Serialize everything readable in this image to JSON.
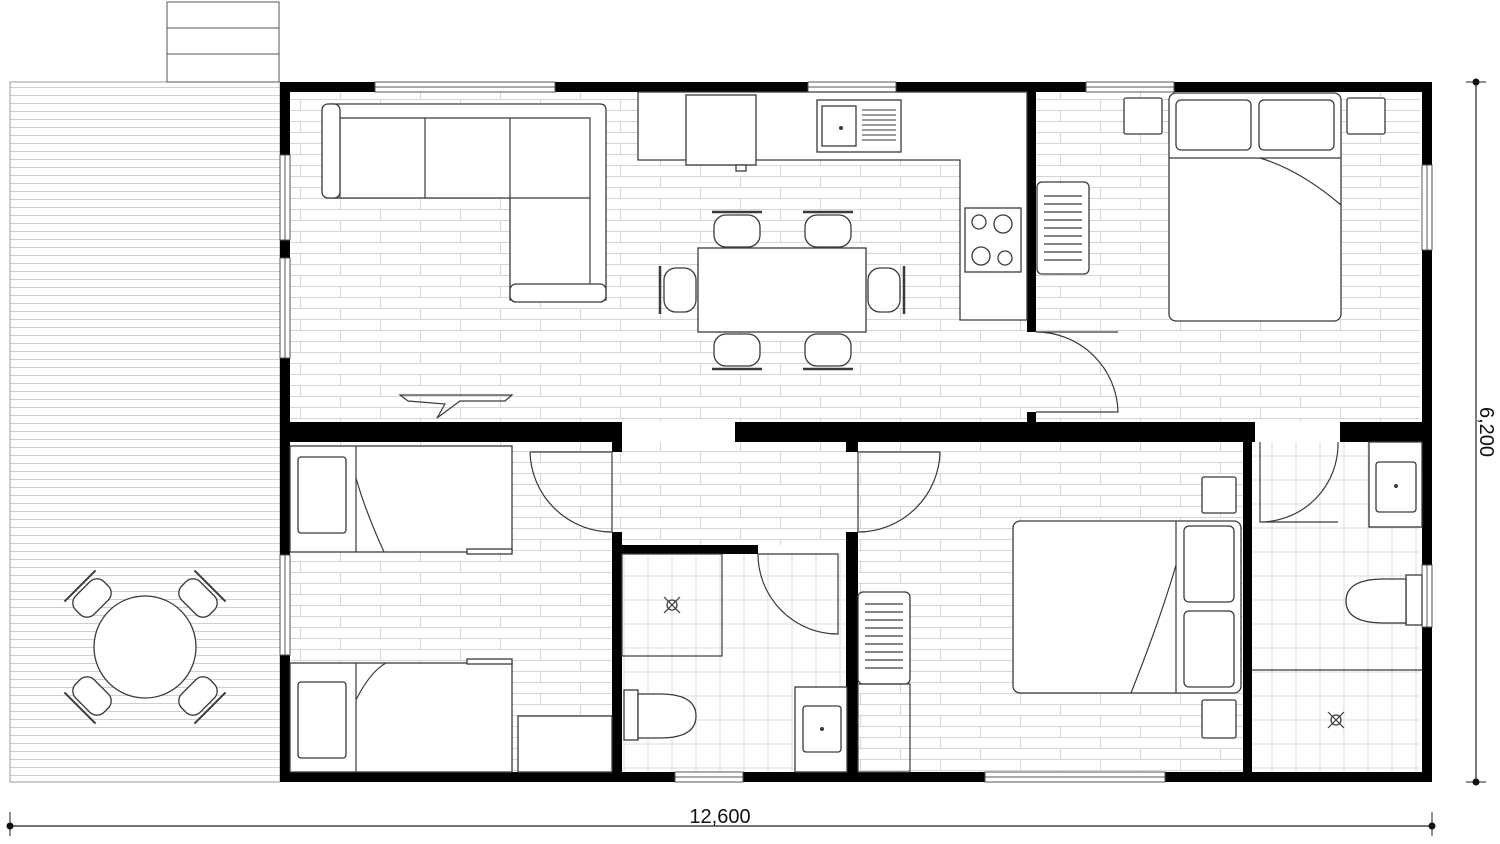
{
  "dimensions": {
    "width_label": "12,600",
    "depth_label": "6,200"
  },
  "colors": {
    "wall": "#000000",
    "line": "#3a3a3a",
    "floor_pattern": "#d2d2d2",
    "background": "#ffffff"
  },
  "rooms": [
    {
      "id": "deck",
      "icons": [
        "round-table-icon",
        "chair-icon",
        "steps-icon"
      ]
    },
    {
      "id": "living-kitchen-dining",
      "icons": [
        "corner-sofa-icon",
        "dining-table-icon",
        "kitchen-sink-icon",
        "cooktop-icon",
        "fridge-icon"
      ]
    },
    {
      "id": "master-bedroom",
      "icons": [
        "double-bed-icon",
        "nightstand-icon",
        "wardrobe-icon"
      ]
    },
    {
      "id": "twin-bedroom",
      "icons": [
        "single-bed-icon",
        "desk-icon"
      ]
    },
    {
      "id": "bathroom",
      "icons": [
        "shower-icon",
        "toilet-icon",
        "basin-icon"
      ]
    },
    {
      "id": "guest-bedroom",
      "icons": [
        "double-bed-icon",
        "nightstand-icon",
        "wardrobe-icon"
      ]
    },
    {
      "id": "ensuite",
      "icons": [
        "shower-icon",
        "toilet-icon",
        "basin-icon"
      ]
    }
  ]
}
